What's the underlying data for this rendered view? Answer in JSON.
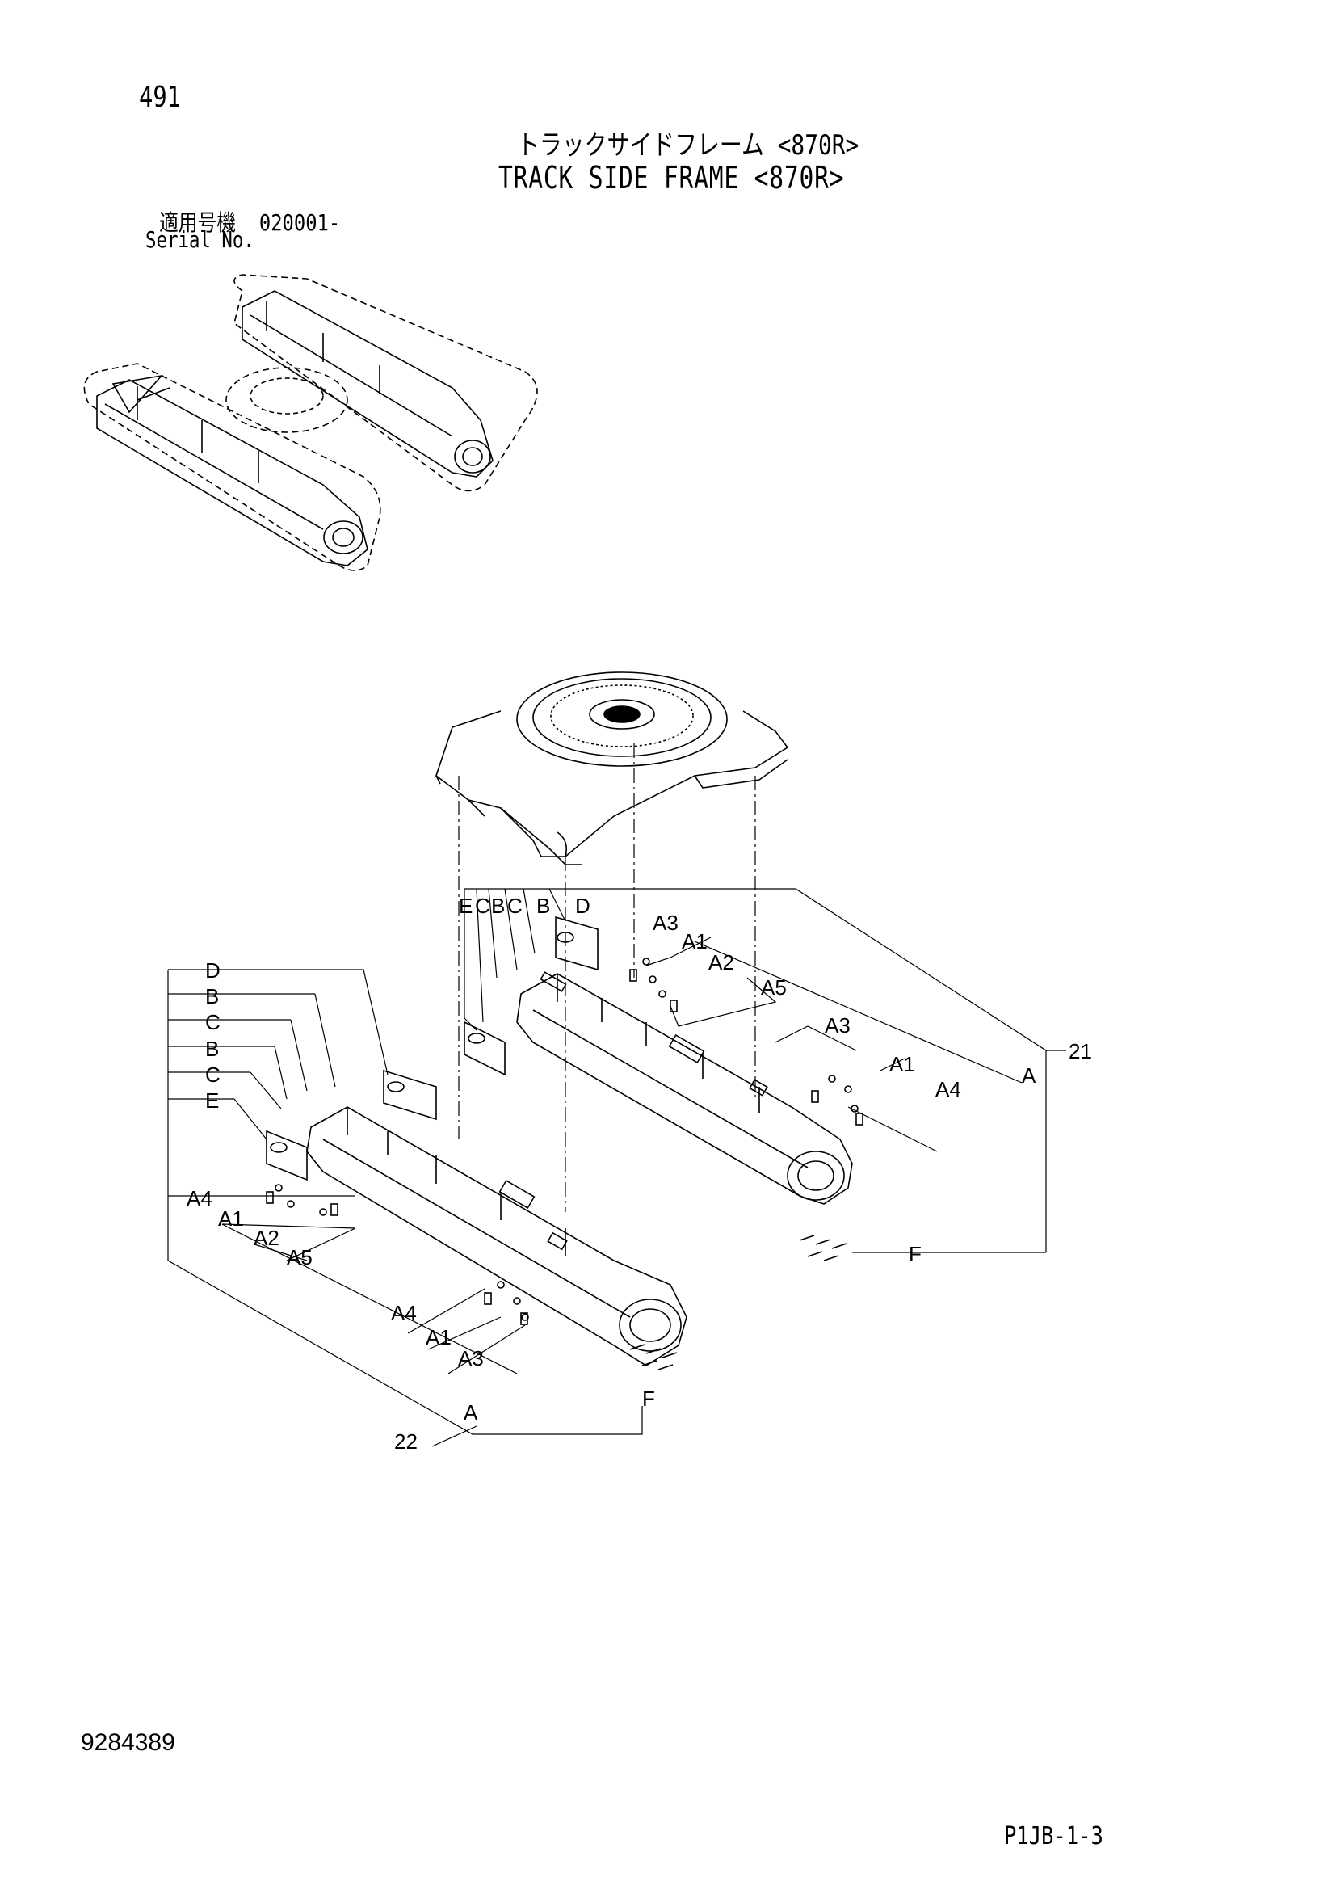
{
  "header": {
    "page_number": "491",
    "title_jp": "トラックサイドフレーム <870R>",
    "title_en": "TRACK SIDE FRAME <870R>",
    "serial_label_jp": "適用号機",
    "serial_value": "020001-",
    "serial_label_en": "Serial No."
  },
  "callouts": {
    "assembly_21": "21",
    "assembly_22": "22",
    "A": "A",
    "A1": "A1",
    "A2": "A2",
    "A3": "A3",
    "A4": "A4",
    "A5": "A5",
    "B": "B",
    "C": "C",
    "D": "D",
    "E": "E",
    "F": "F"
  },
  "footer": {
    "document_number": "9284389",
    "sheet_code": "P1JB-1-3"
  }
}
